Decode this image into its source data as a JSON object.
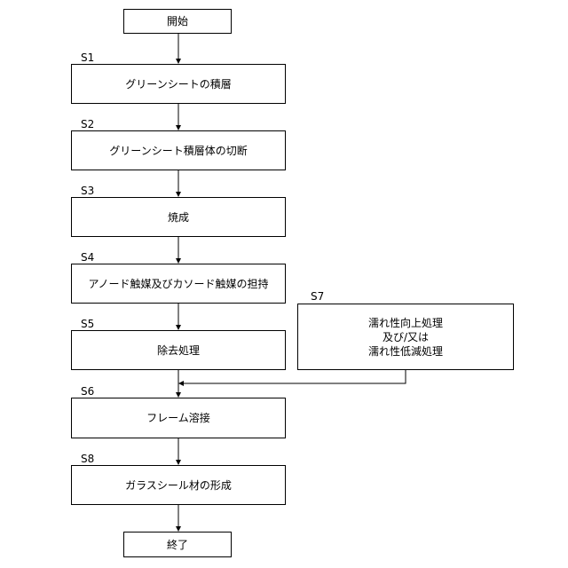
{
  "flowchart": {
    "start": "開始",
    "end": "終了",
    "steps": [
      {
        "id": "S1",
        "text": "グリーンシートの積層"
      },
      {
        "id": "S2",
        "text": "グリーンシート積層体の切断"
      },
      {
        "id": "S3",
        "text": "焼成"
      },
      {
        "id": "S4",
        "text": "アノード触媒及びカソード触媒の担持"
      },
      {
        "id": "S5",
        "text": "除去処理"
      },
      {
        "id": "S6",
        "text": "フレーム溶接"
      },
      {
        "id": "S8",
        "text": "ガラスシール材の形成"
      }
    ],
    "side_step": {
      "id": "S7",
      "lines": [
        "濡れ性向上処理",
        "及び/又は",
        "濡れ性低減処理"
      ]
    }
  }
}
